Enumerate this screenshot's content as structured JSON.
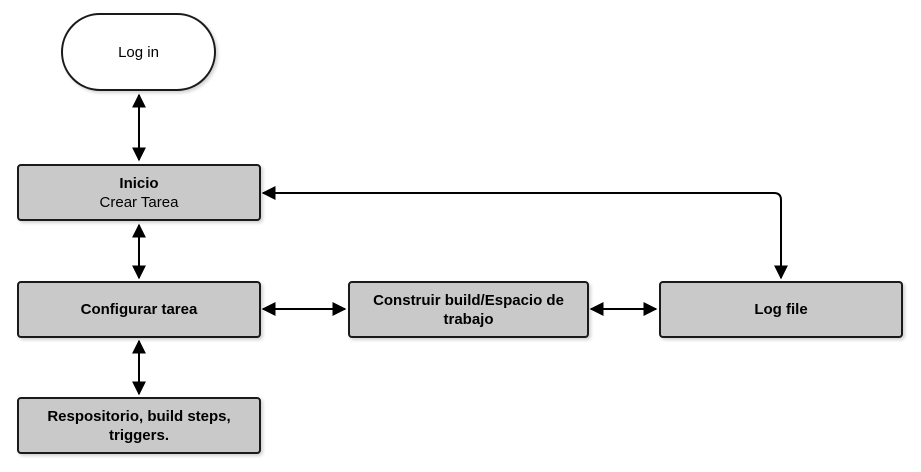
{
  "diagram": {
    "nodes": {
      "login": {
        "label": "Log in"
      },
      "inicio": {
        "title": "Inicio",
        "subtitle": "Crear Tarea"
      },
      "configurar": {
        "label": "Configurar tarea"
      },
      "construir": {
        "label": "Construir build/Espacio de trabajo"
      },
      "logfile": {
        "label": "Log file"
      },
      "repositorio": {
        "label": "Respositorio, build steps, triggers."
      }
    },
    "colors": {
      "node_fill": "#c9c9c9",
      "terminal_fill": "#ffffff",
      "stroke": "#1a1a1a"
    }
  }
}
